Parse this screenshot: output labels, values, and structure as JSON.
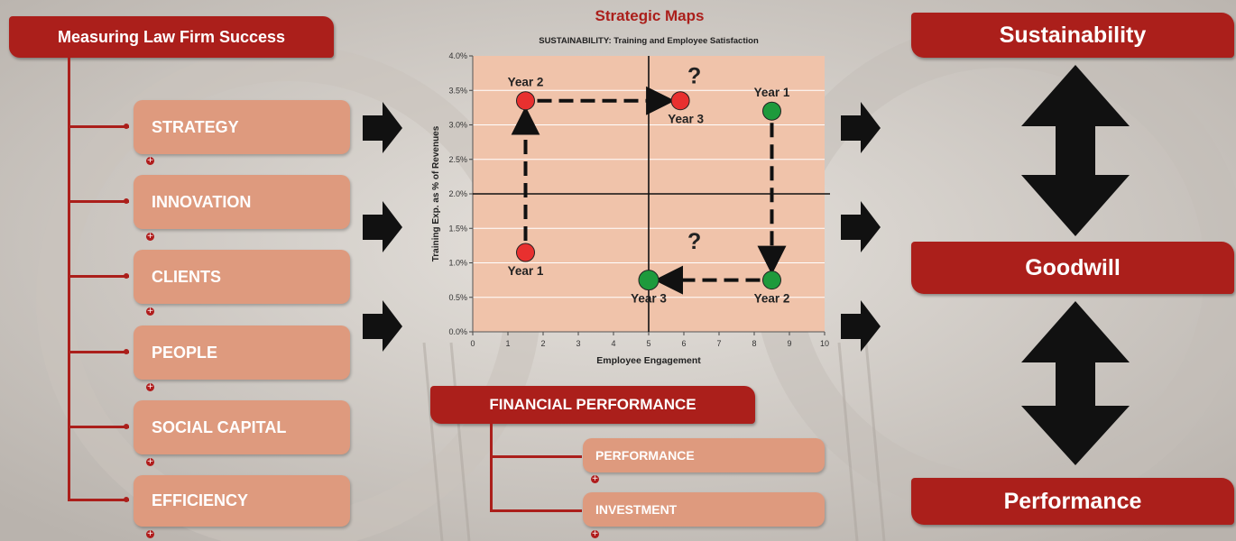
{
  "left": {
    "header": "Measuring Law Firm Success",
    "items": [
      "STRATEGY",
      "INNOVATION",
      "CLIENTS",
      "PEOPLE",
      "SOCIAL CAPITAL",
      "EFFICIENCY"
    ]
  },
  "center": {
    "title": "Strategic Maps",
    "financial": {
      "header": "FINANCIAL PERFORMANCE",
      "items": [
        "PERFORMANCE",
        "INVESTMENT"
      ]
    }
  },
  "right": {
    "boxes": [
      "Sustainability",
      "Goodwill",
      "Performance"
    ]
  },
  "chart_data": {
    "type": "scatter",
    "title": "SUSTAINABILITY: Training and Employee Satisfaction",
    "xlabel": "Employee Engagement",
    "ylabel": "Training Exp. as % of Revenues",
    "xlim": [
      0,
      10
    ],
    "ylim": [
      0,
      4
    ],
    "x_ticks": [
      "0",
      "1",
      "2",
      "3",
      "4",
      "5",
      "6",
      "7",
      "8",
      "9",
      "10"
    ],
    "y_ticks": [
      "0.0%",
      "0.5%",
      "1.0%",
      "1.5%",
      "2.0%",
      "2.5%",
      "3.0%",
      "3.5%",
      "4.0%"
    ],
    "divider_x": 5,
    "divider_y": 2,
    "series": [
      {
        "color": "#e8302f",
        "points": [
          {
            "label": "Year 1",
            "x": 1.5,
            "y": 1.15
          },
          {
            "label": "Year 2",
            "x": 1.5,
            "y": 3.35
          },
          {
            "label": "Year 3",
            "x": 5.9,
            "y": 3.35
          }
        ]
      },
      {
        "color": "#1e9a3c",
        "points": [
          {
            "label": "Year 1",
            "x": 8.5,
            "y": 3.2
          },
          {
            "label": "Year 2",
            "x": 8.5,
            "y": 0.75
          },
          {
            "label": "Year 3",
            "x": 5.0,
            "y": 0.75
          }
        ]
      }
    ],
    "annotations": [
      {
        "text": "?",
        "x": 6.3,
        "y": 3.6
      },
      {
        "text": "?",
        "x": 6.3,
        "y": 1.2
      }
    ]
  }
}
